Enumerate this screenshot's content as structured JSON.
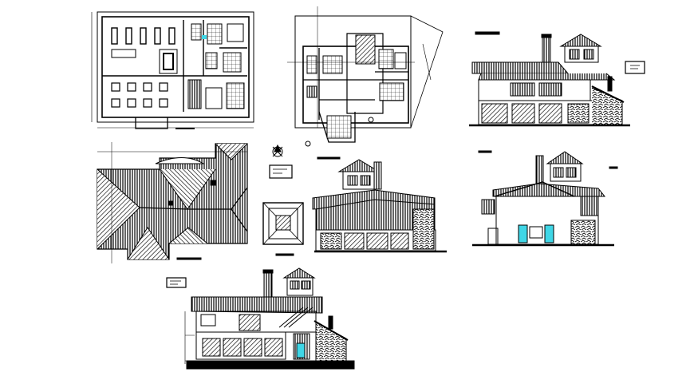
{
  "drawing": {
    "background": "#ffffff",
    "ink": "#000000",
    "glass_color": "#3fd6e6",
    "views": [
      {
        "id": "ground-floor-plan",
        "kind": "floor-plan"
      },
      {
        "id": "upper-floor-plan",
        "kind": "floor-plan"
      },
      {
        "id": "front-elevation",
        "kind": "elevation"
      },
      {
        "id": "roof-plan",
        "kind": "roof-plan"
      },
      {
        "id": "tower-plan",
        "kind": "floor-plan"
      },
      {
        "id": "north-arrow",
        "kind": "symbol"
      },
      {
        "id": "side-elevation-left",
        "kind": "elevation"
      },
      {
        "id": "side-elevation-right",
        "kind": "elevation"
      },
      {
        "id": "section",
        "kind": "section"
      }
    ]
  }
}
